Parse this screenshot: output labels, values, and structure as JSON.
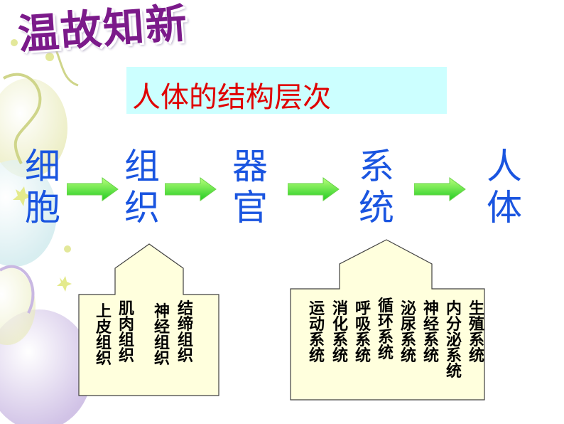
{
  "header": {
    "title": "温故知新"
  },
  "subtitle": "人体的结构层次",
  "levels": [
    "细胞",
    "组织",
    "器官",
    "系统",
    "人体"
  ],
  "tissues": [
    "上皮组织",
    "肌肉组织",
    "神经组织",
    "结缔组织"
  ],
  "systems": [
    "运动系统",
    "消化系统",
    "呼吸系统",
    "循环系统",
    "泌尿系统",
    "神经系统",
    "内分泌系统",
    "生殖系统"
  ],
  "colors": {
    "title": "#7b1a8a",
    "subtitle_text": "#e00000",
    "subtitle_bg": "#ccffff",
    "levels": "#1a55e0",
    "arrow": "#44dd22",
    "box_bg": "#ffffdd"
  }
}
